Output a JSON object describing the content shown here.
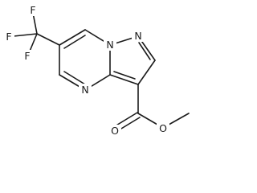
{
  "molecule": {
    "atoms": {
      "f_top": "F",
      "f_left": "F",
      "f_bottom": "F",
      "n_bridge": "N",
      "n_pyrazole": "N",
      "n_pyrimidine": "N",
      "o_carbonyl": "O",
      "o_ester": "O"
    }
  }
}
